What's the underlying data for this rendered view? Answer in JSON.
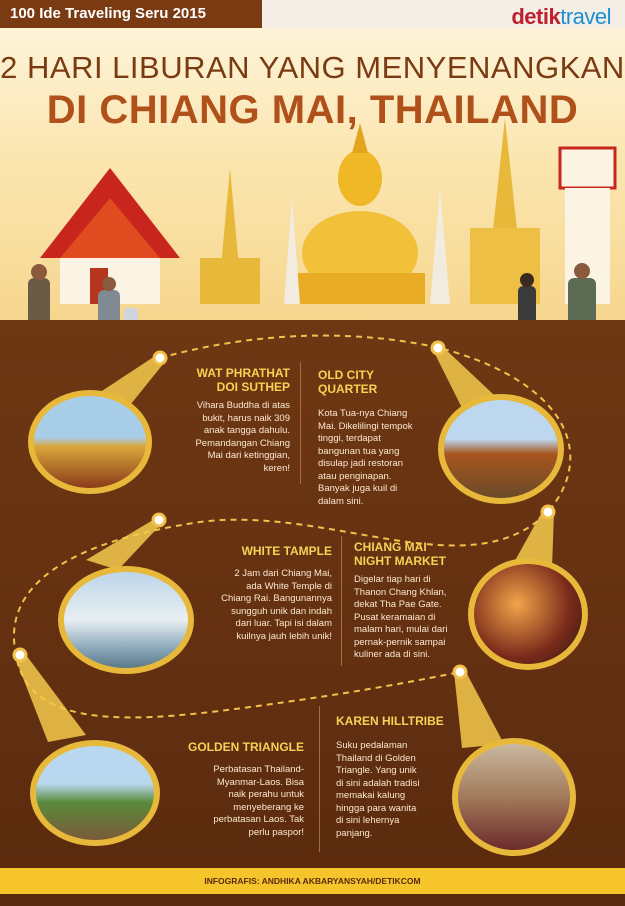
{
  "header": {
    "series": "100 Ide Traveling Seru 2015",
    "logo_bold": "detik",
    "logo_light": "travel"
  },
  "title": {
    "line1": "2 HARI LIBURAN YANG MENYENANGKAN",
    "line2": "DI CHIANG MAI, THAILAND"
  },
  "cards": [
    {
      "title_l1": "WAT PHRATHAT",
      "title_l2": "DOI SUTHEP",
      "lines": [
        "Vihara Buddha di atas",
        "bukit, harus naik 309",
        "anak tangga dahulu.",
        "Pemandangan Chiang",
        "Mai dari ketinggian,",
        "keren!"
      ]
    },
    {
      "title_l1": "OLD CITY QUARTER",
      "title_l2": "",
      "lines": [
        "Kota Tua-nya Chiang",
        "Mai. Dikelilingi tempok",
        "tinggi, terdapat",
        "bangunan tua yang",
        "disulap jadi restoran",
        "atau penginapan.",
        "Banyak juga kuil di",
        "dalam sini."
      ]
    },
    {
      "title_l1": "WHITE TAMPLE",
      "title_l2": "",
      "lines": [
        "2 Jam dari Chiang Mai,",
        "ada White Temple di",
        "Chiang Rai. Bangunannya",
        "sungguh unik dan indah",
        "dari luar. Tapi isi dalam",
        "kuilnya jauh lebih unik!"
      ]
    },
    {
      "title_l1": "CHIANG MAI",
      "title_l2": "NIGHT MARKET",
      "lines": [
        "Digelar tiap hari di",
        "Thanon Chang Khlan,",
        "dekat Tha Pae Gate.",
        "Pusat keramaian di",
        "malam hari, mulai dari",
        "pernak-pernik sampai",
        "kuliner ada di sini."
      ]
    },
    {
      "title_l1": "GOLDEN TRIANGLE",
      "title_l2": "",
      "lines": [
        "Perbatasan Thailand-",
        "Myanmar-Laos. Bisa",
        "naik perahu untuk",
        "menyeberang ke",
        "perbatasan Laos. Tak",
        "perlu paspor!"
      ]
    },
    {
      "title_l1": "KAREN HILLTRIBE",
      "title_l2": "",
      "lines": [
        "Suku pedalaman",
        "Thailand di Golden",
        "Triangle. Yang unik",
        "di sini adalah tradisi",
        "memakai kalung",
        "hingga para wanita",
        "di sini lehernya",
        "panjang."
      ]
    }
  ],
  "footer": "INFOGRAFIS: ANDHIKA AKBARYANSYAH/DETIKCOM",
  "colors": {
    "accent": "#f6d255",
    "ring": "#e8b83a",
    "bg": "#6b3514",
    "title": "#b0501a"
  }
}
